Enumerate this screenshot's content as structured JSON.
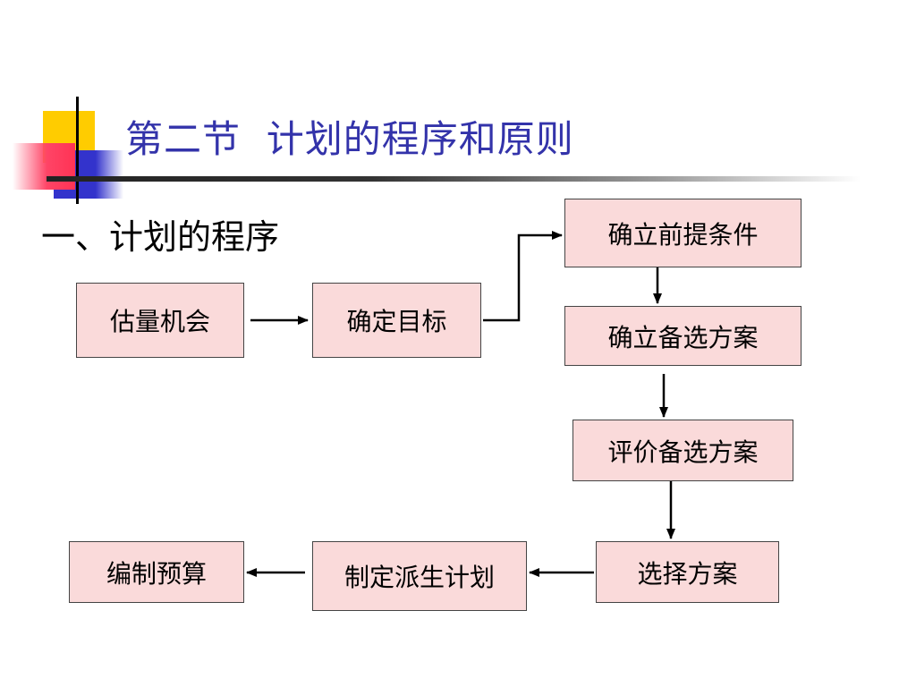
{
  "slide": {
    "title": "第二节  计划的程序和原则",
    "subtitle": "一、计划的程序"
  },
  "flowchart": {
    "steps": {
      "estimate": "估量机会",
      "goal": "确定目标",
      "premise": "确立前提条件",
      "alternatives": "确立备选方案",
      "evaluate": "评价备选方案",
      "select": "选择方案",
      "derived": "制定派生计划",
      "budget": "编制预算"
    }
  },
  "colors": {
    "title": "#3333aa",
    "box_fill": "#fadada",
    "decor_yellow": "#ffcc00",
    "decor_blue": "#3333cc",
    "decor_red": "#ff4466"
  }
}
